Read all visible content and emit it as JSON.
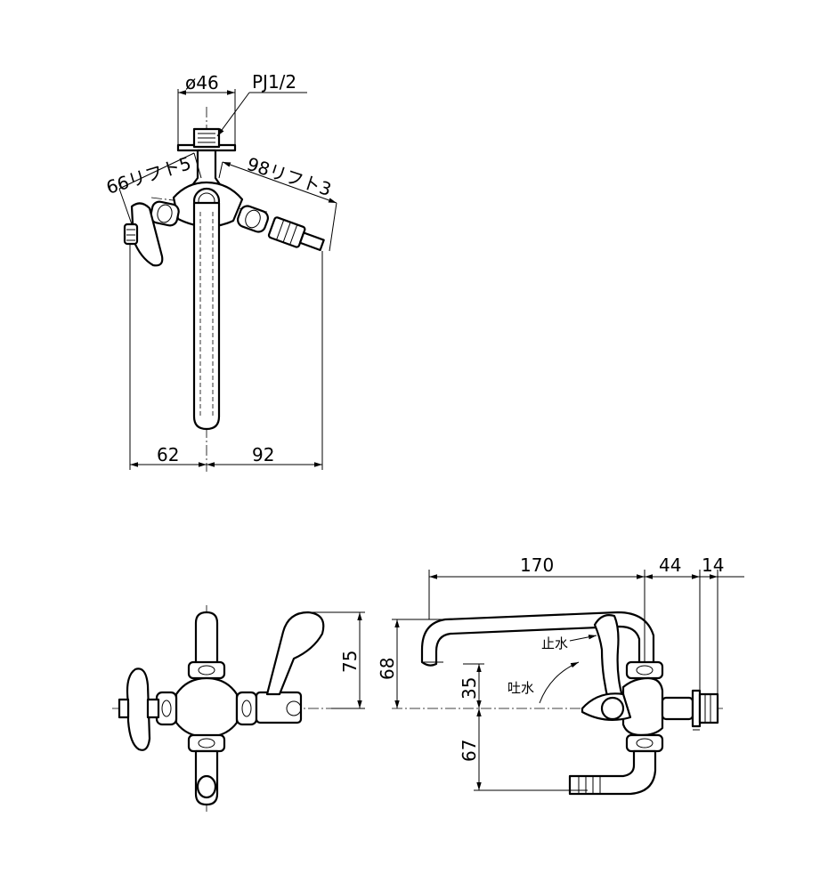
{
  "top_view": {
    "dia_label": "ø46",
    "thread_label": "PJ1/2",
    "left_handle_label": "66リフト5",
    "right_handle_label": "98リフト3",
    "left_width": "62",
    "right_width": "92"
  },
  "front_view": {
    "height_75": "75"
  },
  "side_view": {
    "spout_length": "170",
    "body_offset": "44",
    "flange_width": "14",
    "spout_height": "68",
    "upper_drop": "35",
    "lower_drop": "67",
    "stop_label": "止水",
    "discharge_label": "吐水"
  }
}
